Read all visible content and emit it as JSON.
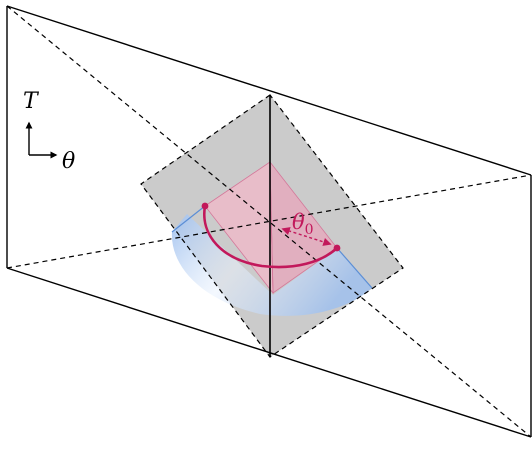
{
  "labels": {
    "vertical_axis": "T",
    "horizontal_axis": "θ",
    "angle_symbol": "θ",
    "angle_subscript": "0"
  },
  "colors": {
    "outline": "#000000",
    "gray_square": "#c8c8c8",
    "pink_fill": "#f1b8c8",
    "pink_edge": "#d4789a",
    "arc": "#c2185b",
    "angle_arrow": "#c2185b",
    "blue_light": "#eaf2fd",
    "blue_dark": "#9fc0ee",
    "blue_edge": "#5b8ed6"
  }
}
